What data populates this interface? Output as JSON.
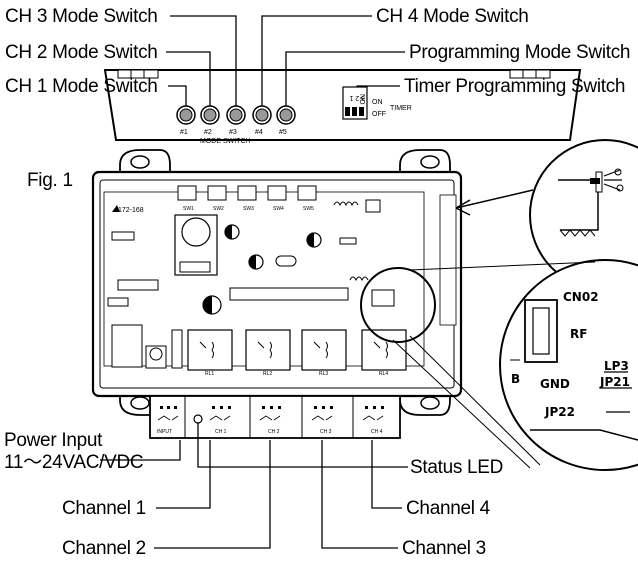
{
  "callouts": {
    "ch3_mode_switch": "CH 3 Mode Switch",
    "ch2_mode_switch": "CH 2 Mode Switch",
    "ch1_mode_switch": "CH 1 Mode Switch",
    "ch4_mode_switch": "CH 4 Mode Switch",
    "programming_mode_switch": "Programming Mode Switch",
    "timer_programming_switch": "Timer Programming Switch",
    "fig_label": "Fig. 1",
    "power_input_line1": "Power Input",
    "power_input_line2": "11～24VAC/VDC",
    "status_led": "Status LED",
    "channel1": "Channel 1",
    "channel2": "Channel 2",
    "channel3": "Channel 3",
    "channel4": "Channel 4"
  },
  "switch_box": {
    "switches": [
      "#1",
      "#2",
      "#3",
      "#4",
      "#5"
    ],
    "mode_switch_label": "MODE SWITCH",
    "dip_numbers": "3 2 1",
    "dip_no": "NO",
    "on_label": "ON",
    "off_label": "OFF",
    "timer_label": "TIMER"
  },
  "board": {
    "model": "172-168",
    "sw_labels": [
      "SW1",
      "SW2",
      "SW3",
      "SW4",
      "SW5"
    ],
    "terminal_labels": [
      "INPUT",
      "CH 1",
      "CH 2",
      "CH 3",
      "CH 4"
    ],
    "relay_labels": [
      "RL1",
      "RL2",
      "RL3",
      "RL4"
    ]
  },
  "zoom": {
    "cn02": "CN02",
    "rf": "RF",
    "lp3": "LP3",
    "jp21": "JP21",
    "gnd": "GND",
    "jp22": "JP22",
    "b": "B"
  }
}
